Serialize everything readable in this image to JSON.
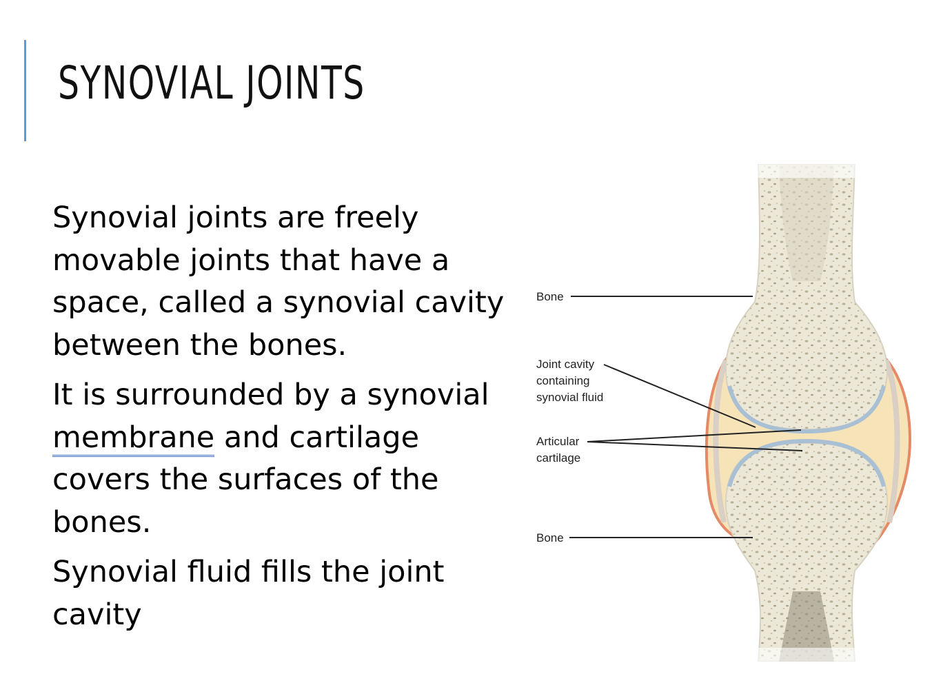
{
  "slide": {
    "title": "SYNOVIAL JOINTS",
    "paragraphs": {
      "p1": "Synovial joints are freely movable joints that have a space, called a synovial cavity between the bones.",
      "p2_before": "It is surrounded by a synovial ",
      "p2_link": "membrane",
      "p2_after": " and cartilage covers the surfaces of the bones.",
      "p3": "Synovial fluid fills the joint cavity"
    }
  },
  "figure": {
    "labels": {
      "bone_top": "Bone",
      "joint_cavity_1": "Joint cavity",
      "joint_cavity_2": "containing",
      "joint_cavity_3": "synovial fluid",
      "cartilage_1": "Articular",
      "cartilage_2": "cartilage",
      "bone_bottom": "Bone"
    },
    "colors": {
      "bone": "#ece8d8",
      "bone_pores": "#b9b19a",
      "fluid": "#f6e3b8",
      "capsule": "#e58a66",
      "cartilage": "#a9bfd3"
    }
  }
}
